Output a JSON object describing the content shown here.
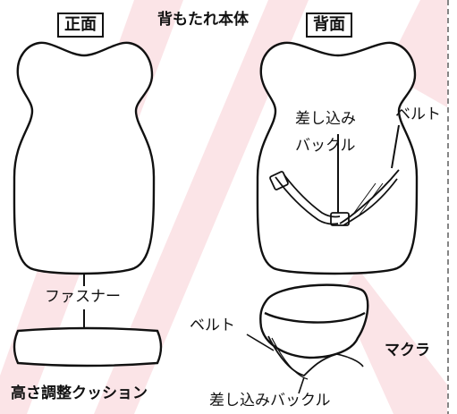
{
  "labels": {
    "front": "正面",
    "back": "背面",
    "main_body": "背もたれ本体",
    "insert_buckle_back": "差し込み\nバックル",
    "belt_back": "ベルト",
    "fastener": "ファスナー",
    "height_cushion": "高さ調整クッション",
    "belt_pillow": "ベルト",
    "makura": "マクラ",
    "insert_buckle_pillow": "差し込みバックル"
  },
  "colors": {
    "background": "#ffffff",
    "watermark": "#fbe4e7",
    "outline": "#111111",
    "divider": "#444444"
  }
}
